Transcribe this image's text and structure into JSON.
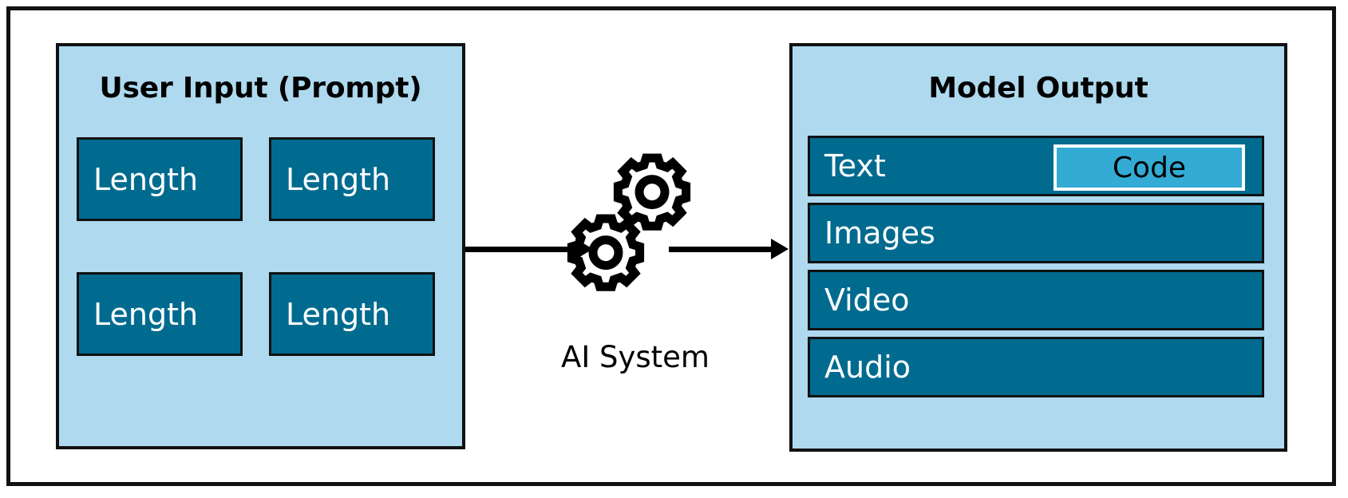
{
  "diagram": {
    "title_visible": false,
    "colors": {
      "panel_background": "#aed9ee",
      "chip_fill": "#006b8f",
      "code_highlight": "#33abd4",
      "border": "#111111",
      "chip_text": "#ffffff",
      "code_text": "#000000"
    },
    "input_panel": {
      "title": "User Input (Prompt)",
      "chips": [
        {
          "label": "Length"
        },
        {
          "label": "Length"
        },
        {
          "label": "Length"
        },
        {
          "label": "Length"
        }
      ]
    },
    "processor": {
      "label": "AI System",
      "icon": "gears-icon",
      "gear_count": 2
    },
    "output_panel": {
      "title": "Model Output",
      "rows": [
        {
          "label": "Text",
          "highlight": {
            "label": "Code"
          }
        },
        {
          "label": "Images"
        },
        {
          "label": "Video"
        },
        {
          "label": "Audio"
        }
      ]
    },
    "arrows": [
      {
        "name": "input-to-ai-arrow",
        "direction": "right"
      },
      {
        "name": "ai-to-output-arrow",
        "direction": "right"
      }
    ]
  }
}
